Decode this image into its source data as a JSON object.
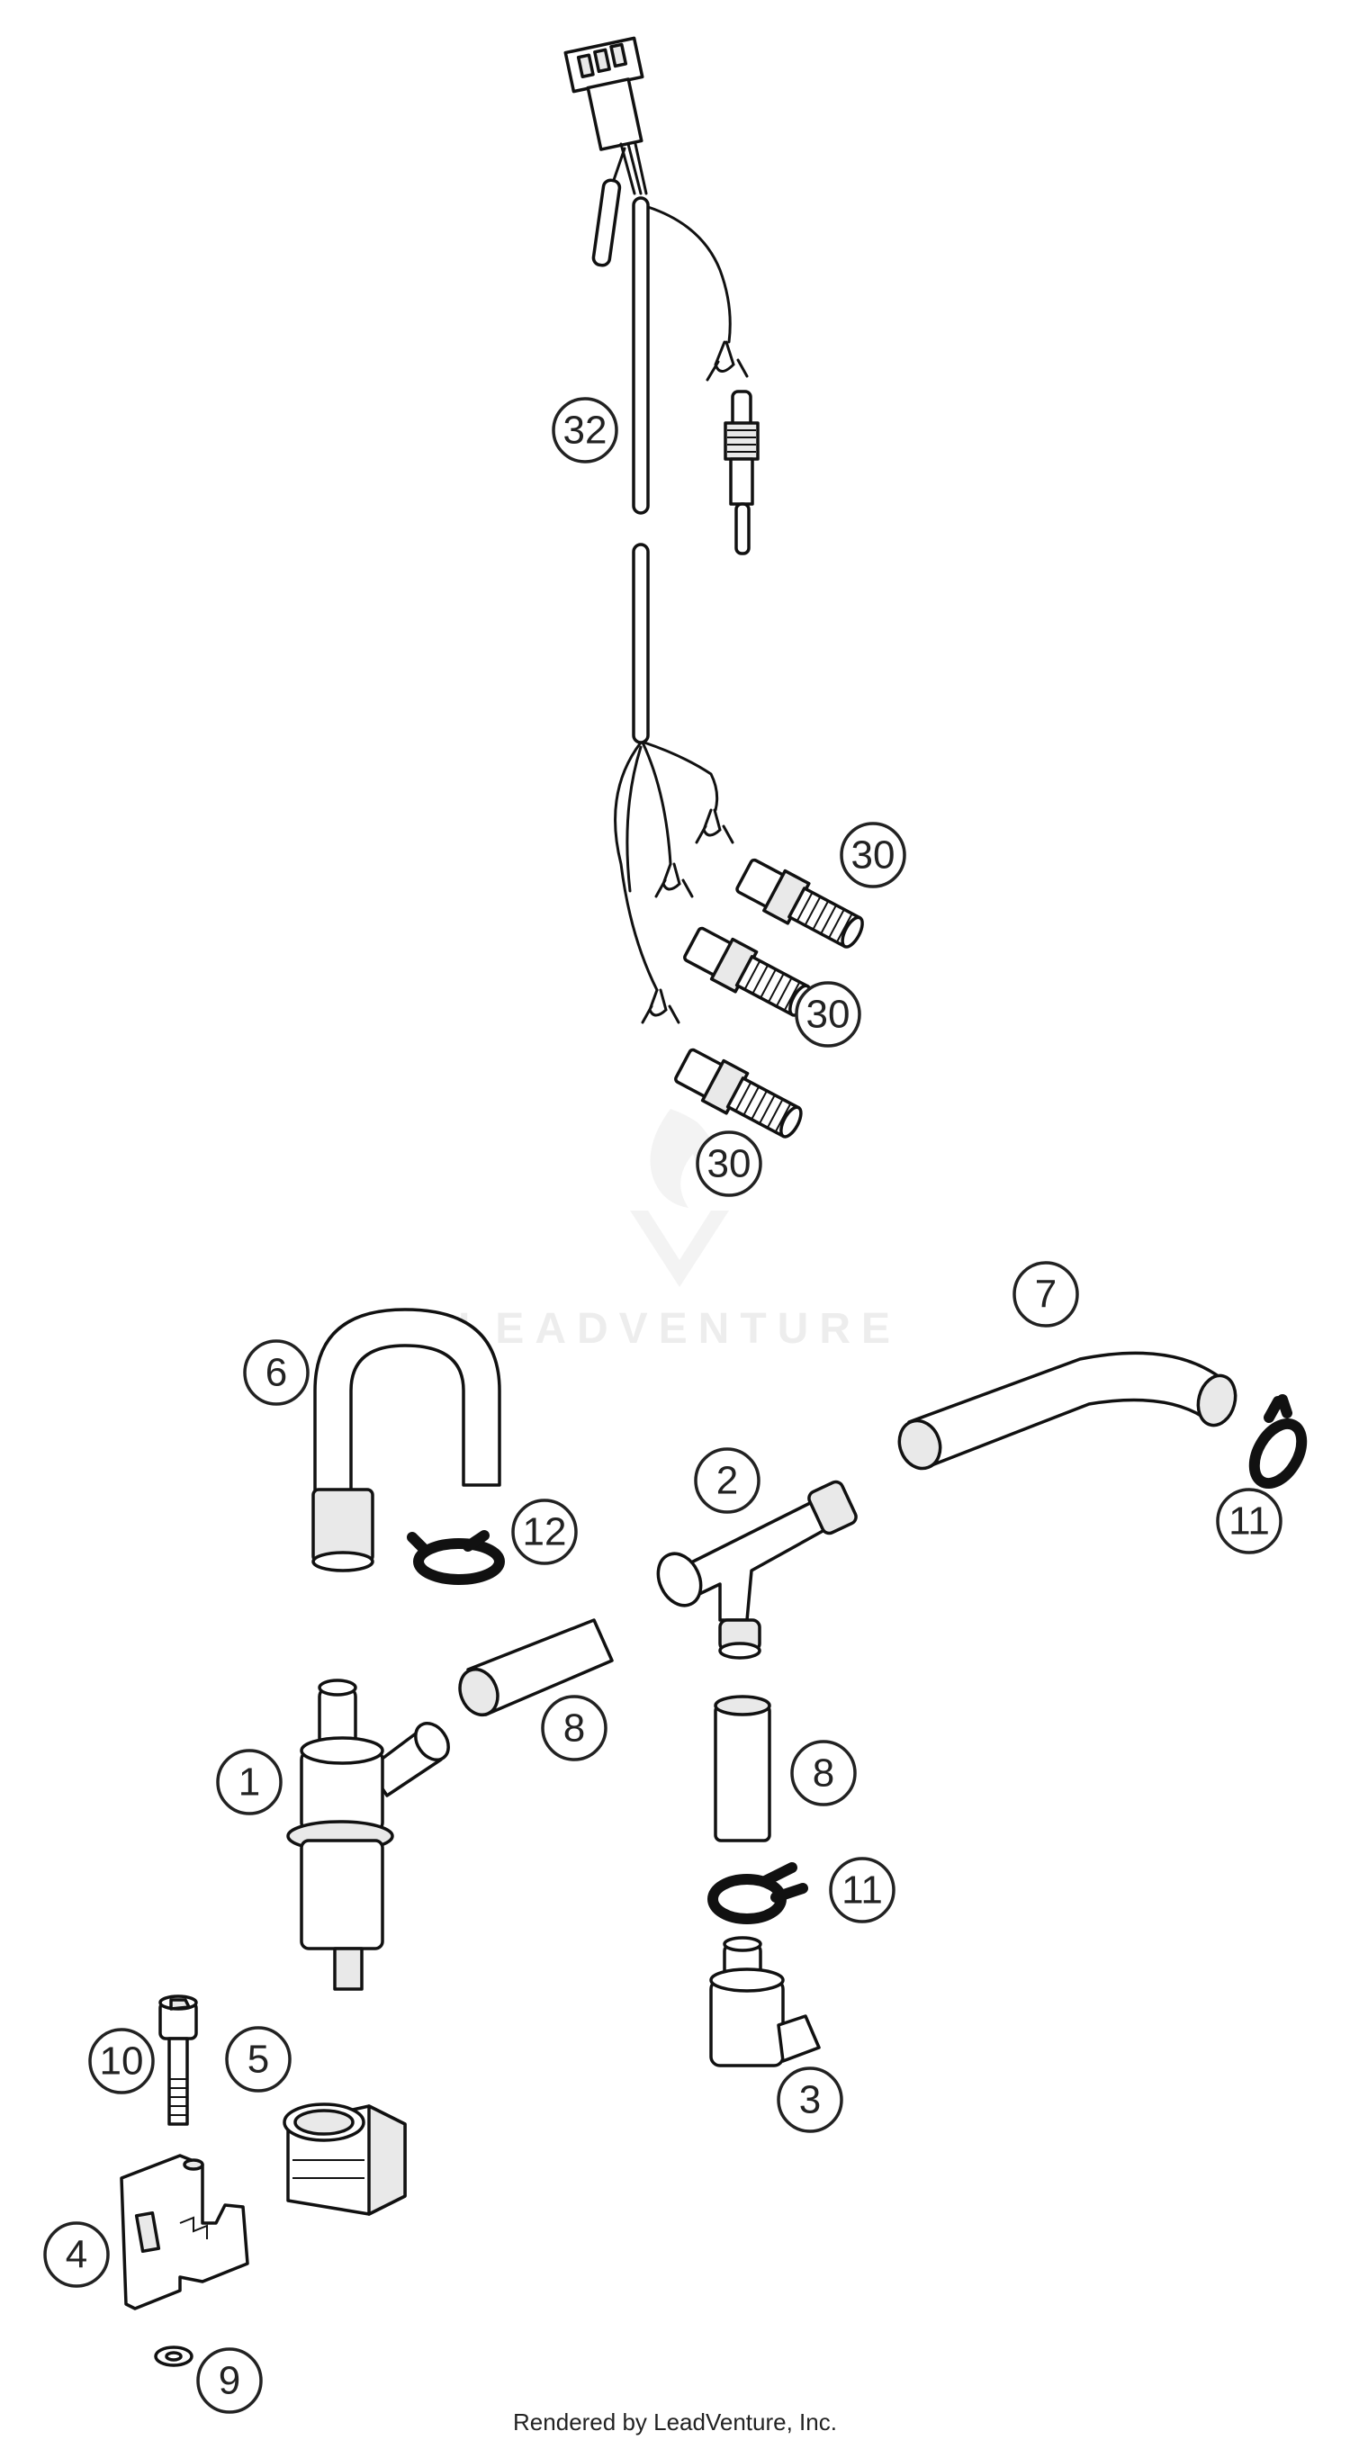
{
  "callouts": {
    "c32": "32",
    "c30a": "30",
    "c30b": "30",
    "c30c": "30",
    "c7": "7",
    "c6": "6",
    "c11a": "11",
    "c2": "2",
    "c12": "12",
    "c8a": "8",
    "c1": "1",
    "c8b": "8",
    "c11b": "11",
    "c10": "10",
    "c5": "5",
    "c3": "3",
    "c4": "4",
    "c9": "9"
  },
  "watermark": "LEADVENTURE",
  "credit": "Rendered by LeadVenture, Inc."
}
